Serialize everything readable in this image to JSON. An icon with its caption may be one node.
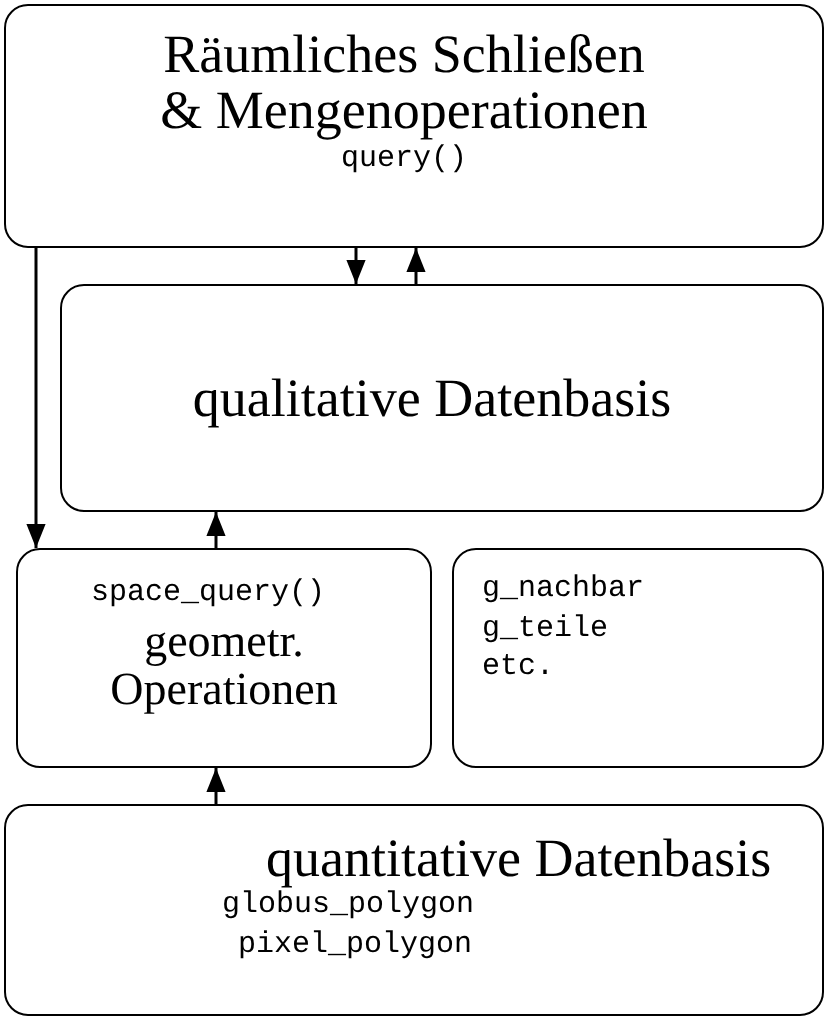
{
  "diagram": {
    "nodes": [
      {
        "text": [
          "Räumliches Schließen & Mengenoperationen",
          "query()"
        ]
      },
      {
        "text": [
          "qualitative Datenbasis"
        ]
      },
      {
        "text": [
          "space_query()",
          "geometr. Operationen"
        ]
      },
      {
        "text": [
          "g_nachbar",
          "g_teile",
          "etc."
        ]
      },
      {
        "text": [
          "quantitative Datenbasis",
          "globus_polygon",
          "pixel_polygon"
        ]
      }
    ],
    "edges": [
      {
        "from": 0,
        "to": 1,
        "arrow": "to"
      },
      {
        "from": 1,
        "to": 0,
        "arrow": "to"
      },
      {
        "from": 0,
        "to": 2,
        "arrow": "to"
      },
      {
        "from": 2,
        "to": 1,
        "arrow": "to"
      },
      {
        "from": 4,
        "to": 2,
        "arrow": "to"
      }
    ]
  }
}
